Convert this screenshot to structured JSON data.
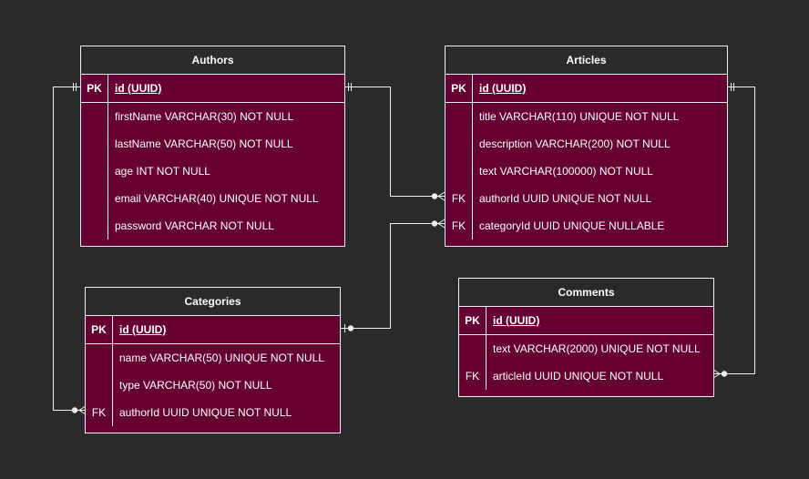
{
  "colors": {
    "background": "#2a2a2a",
    "entity_fill": "#660033",
    "stroke": "#f0f0f0",
    "text": "#ffffff"
  },
  "entities": {
    "authors": {
      "name": "Authors",
      "rows": [
        {
          "key": "PK",
          "field": "id (UUID)"
        },
        {
          "key": "",
          "field": "firstName VARCHAR(30) NOT NULL"
        },
        {
          "key": "",
          "field": "lastName VARCHAR(50) NOT NULL"
        },
        {
          "key": "",
          "field": "age INT NOT NULL"
        },
        {
          "key": "",
          "field": "email VARCHAR(40) UNIQUE NOT NULL"
        },
        {
          "key": "",
          "field": "password VARCHAR NOT NULL"
        }
      ]
    },
    "articles": {
      "name": "Articles",
      "rows": [
        {
          "key": "PK",
          "field": "id (UUID)"
        },
        {
          "key": "",
          "field": "title VARCHAR(110) UNIQUE NOT NULL"
        },
        {
          "key": "",
          "field": "description VARCHAR(200) NOT NULL"
        },
        {
          "key": "",
          "field": "text VARCHAR(100000) NOT NULL"
        },
        {
          "key": "FK",
          "field": "authorId UUID UNIQUE NOT NULL"
        },
        {
          "key": "FK",
          "field": "categoryId UUID UNIQUE NULLABLE"
        }
      ]
    },
    "categories": {
      "name": "Categories",
      "rows": [
        {
          "key": "PK",
          "field": "id (UUID)"
        },
        {
          "key": "",
          "field": "name VARCHAR(50) UNIQUE NOT NULL"
        },
        {
          "key": "",
          "field": "type VARCHAR(50) NOT NULL"
        },
        {
          "key": "FK",
          "field": "authorId UUID UNIQUE NOT NULL"
        }
      ]
    },
    "comments": {
      "name": "Comments",
      "rows": [
        {
          "key": "PK",
          "field": "id (UUID)"
        },
        {
          "key": "",
          "field": "text VARCHAR(2000) UNIQUE NOT NULL"
        },
        {
          "key": "FK",
          "field": "articleId UUID UNIQUE NOT NULL"
        }
      ]
    }
  },
  "relations": [
    {
      "from": "Authors.id",
      "to": "Articles.authorId",
      "from_end": "one-and-only-one",
      "to_end": "zero-or-many"
    },
    {
      "from": "Categories.id",
      "to": "Articles.categoryId",
      "from_end": "one",
      "to_end": "zero-or-many"
    },
    {
      "from": "Authors.id",
      "to": "Categories.authorId",
      "from_end": "one-and-only-one",
      "to_end": "zero-or-many"
    },
    {
      "from": "Articles.id",
      "to": "Comments.articleId",
      "from_end": "one-and-only-one",
      "to_end": "zero-or-many"
    }
  ]
}
